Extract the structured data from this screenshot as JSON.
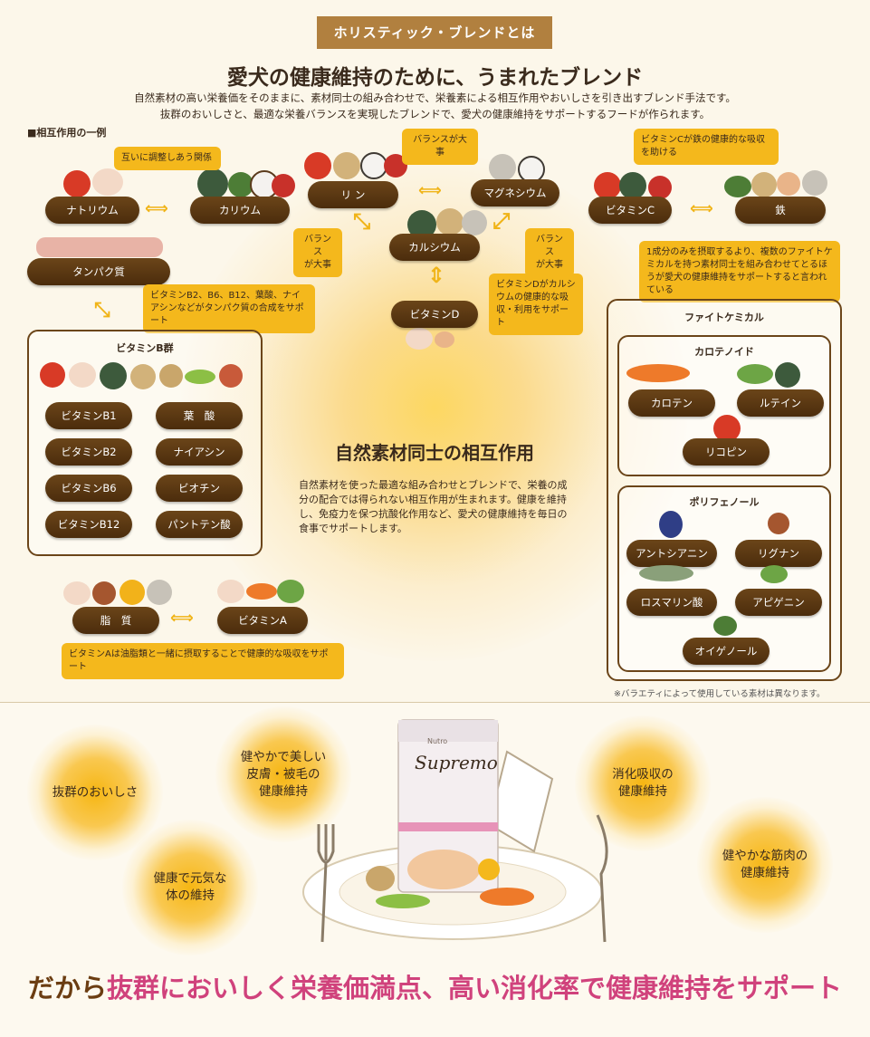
{
  "badge": "ホリスティック・ブレンドとは",
  "headline": "愛犬の健康維持のために、うまれたブレンド",
  "intro": [
    "自然素材の高い栄養価をそのままに、素材同士の組み合わせで、栄養素による相互作用やおいしさを引き出すブレンド手法です。",
    "抜群のおいしさと、最適な栄養バランスを実現したブレンドで、愛犬の健康維持をサポートするフードが作られます。"
  ],
  "section_label": "■相互作用の一例",
  "nodes": {
    "sodium": "ナトリウム",
    "potassium": "カリウム",
    "protein": "タンパク質",
    "phosphorus": "リ ン",
    "magnesium": "マグネシウム",
    "calcium": "カルシウム",
    "vitd": "ビタミンD",
    "vitc": "ビタミンC",
    "iron": "鉄",
    "fat": "脂　質",
    "vita": "ビタミンA"
  },
  "bubbles": {
    "mutual": "互いに調整しあう関係",
    "balance_top": "バランスが大事",
    "balance_left": "バランス\nが大事",
    "balance_right": "バランス\nが大事",
    "vitd_note": "ビタミンDがカルシウムの健康的な吸収・利用をサポート",
    "vitc_note": "ビタミンCが鉄の健康的な吸収を助ける",
    "vitb_note": "ビタミンB2、B6、B12、葉酸、ナイアシンなどがタンパク質の合成をサポート",
    "phyto_note": "1成分のみを摂取するより、複数のファイトケミカルを持つ素材同士を組み合わせてとるほうが愛犬の健康維持をサポートすると言われている",
    "vita_note": "ビタミンAは油脂類と一緒に摂取することで健康的な吸収をサポート"
  },
  "vitb": {
    "title": "ビタミンB群",
    "items": [
      "ビタミンB1",
      "葉　酸",
      "ビタミンB2",
      "ナイアシン",
      "ビタミンB6",
      "ビオチン",
      "ビタミンB12",
      "パントテン酸"
    ]
  },
  "center": {
    "title": "自然素材同士の相互作用",
    "text": "自然素材を使った最適な組み合わせとブレンドで、栄養の成分の配合では得られない相互作用が生まれます。健康を維持し、免疫力を保つ抗酸化作用など、愛犬の健康維持を毎日の食事でサポートします。"
  },
  "phyto": {
    "title": "ファイトケミカル",
    "carotenoid": {
      "title": "カロテノイド",
      "items": [
        "カロテン",
        "ルテイン",
        "リコピン"
      ]
    },
    "polyphenol": {
      "title": "ポリフェノール",
      "items": [
        "アントシアニン",
        "リグナン",
        "ロスマリン酸",
        "アピゲニン",
        "オイゲノール"
      ]
    }
  },
  "note": "※バラエティによって使用している素材は異なります。",
  "benefits": {
    "taste": "抜群のおいしさ",
    "skin": "健やかで美しい\n皮膚・被毛の\n健康維持",
    "digest": "消化吸収の\n健康維持",
    "body": "健康で元気な\n体の維持",
    "muscle": "健やかな筋肉の\n健康維持"
  },
  "product": {
    "brand": "Supremo",
    "maker": "Nutro"
  },
  "final": {
    "pre": "だから",
    "main": "抜群においしく栄養価満点、高い消化率で健康維持をサポート"
  },
  "colors": {
    "pill": "#5a360f",
    "bubble": "#f4b81c",
    "accent_pink": "#d0427c",
    "badge": "#b1803f"
  }
}
